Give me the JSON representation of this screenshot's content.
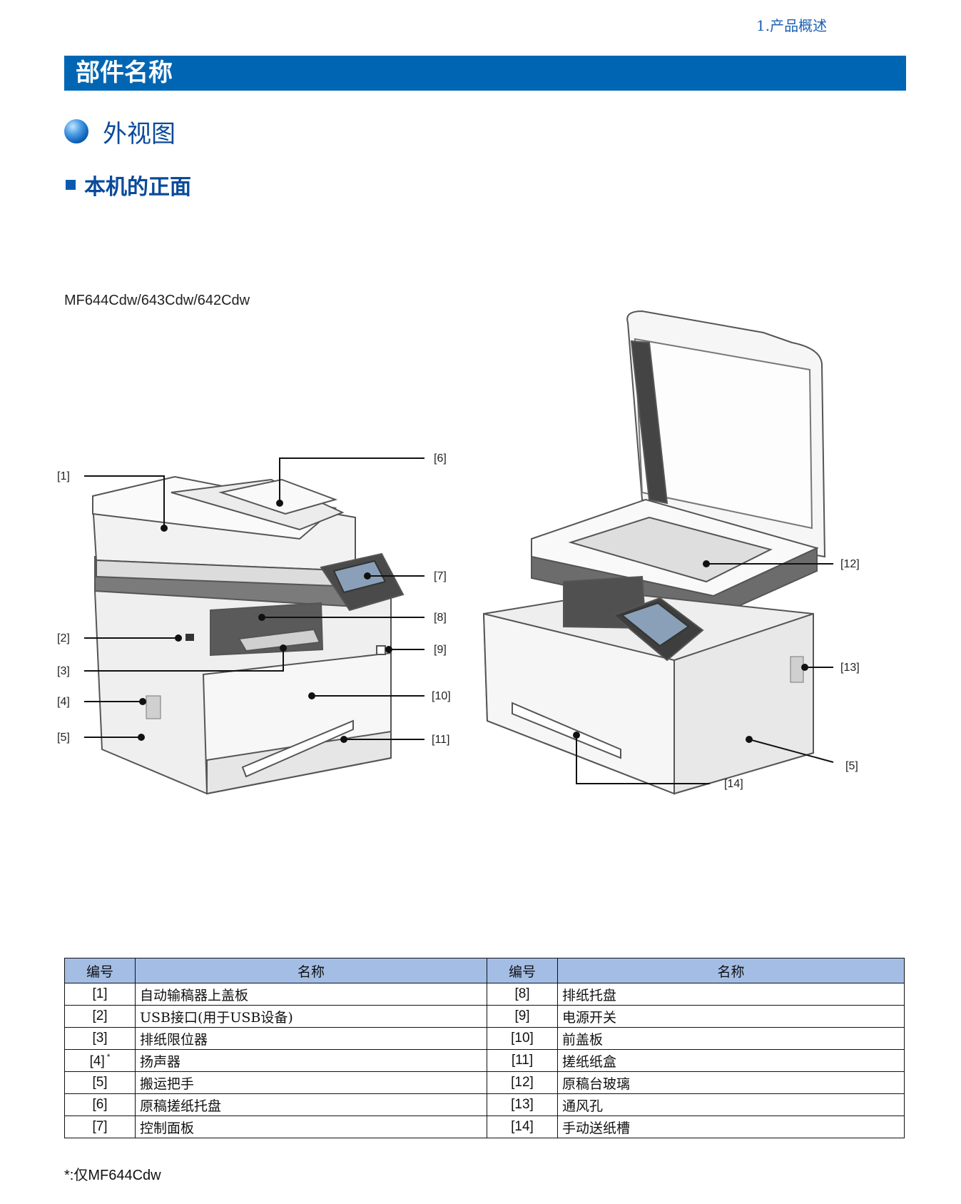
{
  "header": {
    "chapter": "1.产品概述"
  },
  "page_title": "部件名称",
  "section": {
    "title": "外视图"
  },
  "subsection": {
    "title": "本机的正面"
  },
  "figure": {
    "model": "MF644Cdw/643Cdw/642Cdw",
    "callouts": [
      "[1]",
      "[2]",
      "[3]",
      "[4]",
      "[5]",
      "[6]",
      "[7]",
      "[8]",
      "[9]",
      "[10]",
      "[11]",
      "[12]",
      "[13]",
      "[5]",
      "[14]"
    ]
  },
  "table": {
    "headers": [
      "编号",
      "名称",
      "编号",
      "名称"
    ],
    "rows": [
      {
        "n1": "[1]",
        "name1": "自动输稿器上盖板",
        "n2": "[8]",
        "name2": "排纸托盘"
      },
      {
        "n1": "[2]",
        "name1": "USB接口(用于USB设备)",
        "n2": "[9]",
        "name2": "电源开关"
      },
      {
        "n1": "[3]",
        "name1": "排纸限位器",
        "n2": "[10]",
        "name2": "前盖板"
      },
      {
        "n1": "[4]",
        "n1_mark": "*",
        "name1": "扬声器",
        "n2": "[11]",
        "name2": "搓纸纸盒"
      },
      {
        "n1": "[5]",
        "name1": "搬运把手",
        "n2": "[12]",
        "name2": "原稿台玻璃"
      },
      {
        "n1": "[6]",
        "name1": "原稿搓纸托盘",
        "n2": "[13]",
        "name2": "通风孔"
      },
      {
        "n1": "[7]",
        "name1": "控制面板",
        "n2": "[14]",
        "name2": "手动送纸槽"
      }
    ]
  },
  "footnote": "*:仅MF644Cdw"
}
